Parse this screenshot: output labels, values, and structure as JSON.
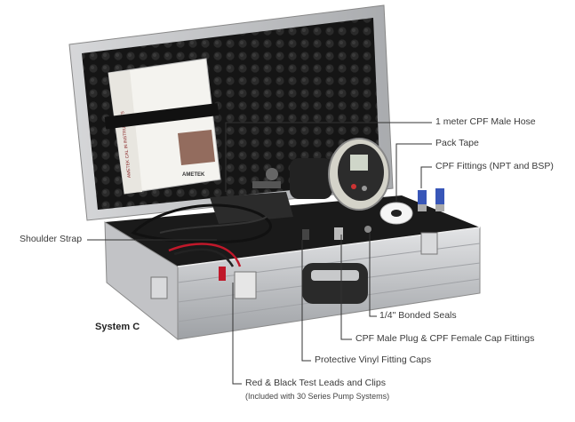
{
  "figure": {
    "system_label": "System C",
    "callouts": {
      "hose": "1 meter CPF Male Hose",
      "tape": "Pack Tape",
      "fittings": "CPF Fittings (NPT and BSP)",
      "strap": "Shoulder Strap",
      "seals": "1/4\" Bonded Seals",
      "plug": "CPF Male Plug & CPF Female Cap Fittings",
      "caps": "Protective Vinyl Fitting Caps",
      "leads": "Red & Black Test Leads and Clips",
      "leads_note": "(Included with 30 Series Pump Systems)"
    },
    "manual": {
      "brand": "AMETEK",
      "spine_text": "AMETEK CAL   IN INSTRUMENTS"
    }
  },
  "colors": {
    "case_silver": "#c9cacc",
    "foam_black": "#161616",
    "lead_red": "#c0182a"
  }
}
